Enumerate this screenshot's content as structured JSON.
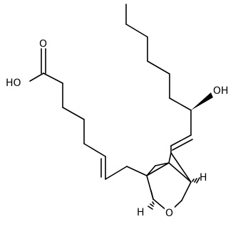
{
  "atoms": {
    "acid_oxygen_double": "O",
    "acid_hydroxyl": "HO",
    "alcohol_hydroxyl": "OH",
    "ring_oxygen": "O",
    "stereo_h_left": "H",
    "stereo_h_right": "H"
  },
  "colors": {
    "bond": "#000000",
    "background": "#ffffff"
  }
}
